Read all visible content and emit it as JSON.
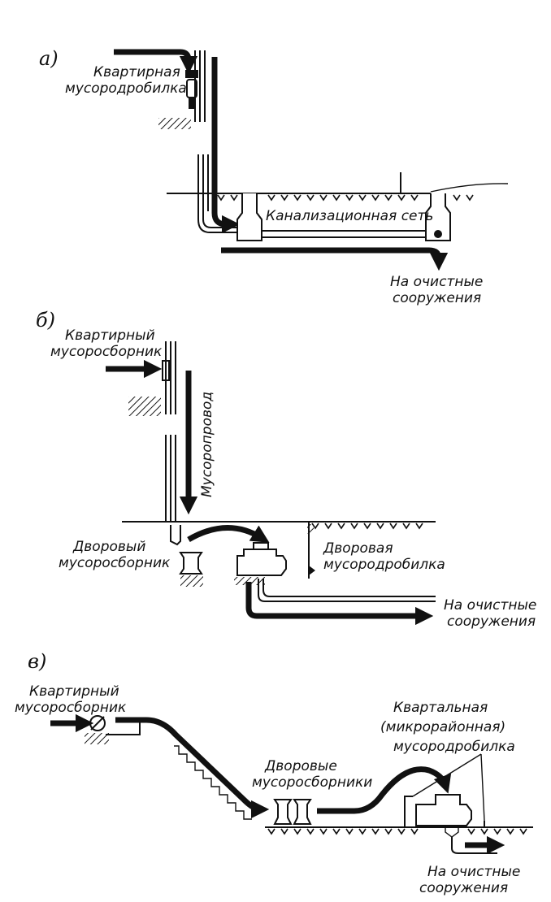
{
  "panel_a": {
    "letter": "а)",
    "grinder_label": [
      "Квартирная",
      "мусородробилка"
    ],
    "sewer_label": "Канализационная сеть",
    "dest_label": [
      "На очистные",
      "сооружения"
    ]
  },
  "panel_b": {
    "letter": "б)",
    "collector_label": [
      "Квартирный",
      "мусоросборник"
    ],
    "chute_label": "Мусоропровод",
    "yard_collector_label": [
      "Дворовый",
      "мусоросборник"
    ],
    "yard_grinder_label": [
      "Дворовая",
      "мусородробилка"
    ],
    "dest_label": [
      "На очистные",
      "сооружения"
    ]
  },
  "panel_c": {
    "letter": "в)",
    "collector_label": [
      "Квартирный",
      "мусоросборник"
    ],
    "yard_collectors_label": [
      "Дворовые",
      "мусоросборники"
    ],
    "district_grinder_label": [
      "Квартальная",
      "(микрорайонная)",
      "мусородробилка"
    ],
    "dest_label": [
      "На очистные",
      "сооружения"
    ]
  }
}
